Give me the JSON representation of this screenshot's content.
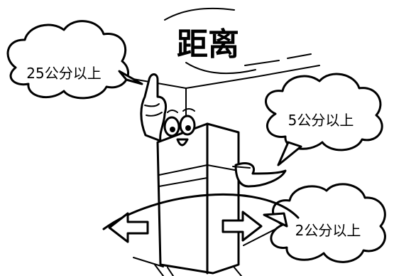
{
  "title": "距离",
  "callouts": {
    "top": "25公分以上",
    "back": "5公分以上",
    "side": "2公分以上"
  },
  "colors": {
    "ink": "#000000",
    "paper": "#ffffff"
  }
}
